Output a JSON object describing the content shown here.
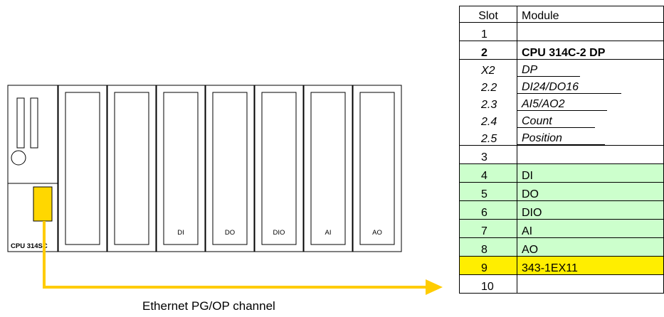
{
  "diagram": {
    "cpu_label": "CPU 314SC",
    "module_labels": [
      "DI",
      "DO",
      "DIO",
      "AI",
      "AO"
    ],
    "channel_label": "Ethernet PG/OP channel",
    "colors": {
      "channel_line": "#ffcc00",
      "port": "#ffd700",
      "green_row": "#ccffcc",
      "yellow_row": "#ffee00"
    }
  },
  "table": {
    "headers": {
      "slot": "Slot",
      "module": "Module"
    },
    "rows": [
      {
        "slot": "1",
        "module": "",
        "style": "normal"
      },
      {
        "slot": "2",
        "module": "CPU 314C-2 DP",
        "style": "bold"
      },
      {
        "slot": "X2",
        "module": "DP",
        "style": "sub"
      },
      {
        "slot": "2.2",
        "module": "DI24/DO16",
        "style": "sub"
      },
      {
        "slot": "2.3",
        "module": "AI5/AO2",
        "style": "sub"
      },
      {
        "slot": "2.4",
        "module": "Count",
        "style": "sub"
      },
      {
        "slot": "2.5",
        "module": "Position",
        "style": "sub"
      },
      {
        "slot": "3",
        "module": "",
        "style": "normal"
      },
      {
        "slot": "4",
        "module": "DI",
        "style": "green"
      },
      {
        "slot": "5",
        "module": "DO",
        "style": "green"
      },
      {
        "slot": "6",
        "module": "DIO",
        "style": "green"
      },
      {
        "slot": "7",
        "module": "AI",
        "style": "green"
      },
      {
        "slot": "8",
        "module": "AO",
        "style": "green"
      },
      {
        "slot": "9",
        "module": "343-1EX11",
        "style": "yellow"
      },
      {
        "slot": "10",
        "module": "",
        "style": "normal"
      }
    ]
  }
}
